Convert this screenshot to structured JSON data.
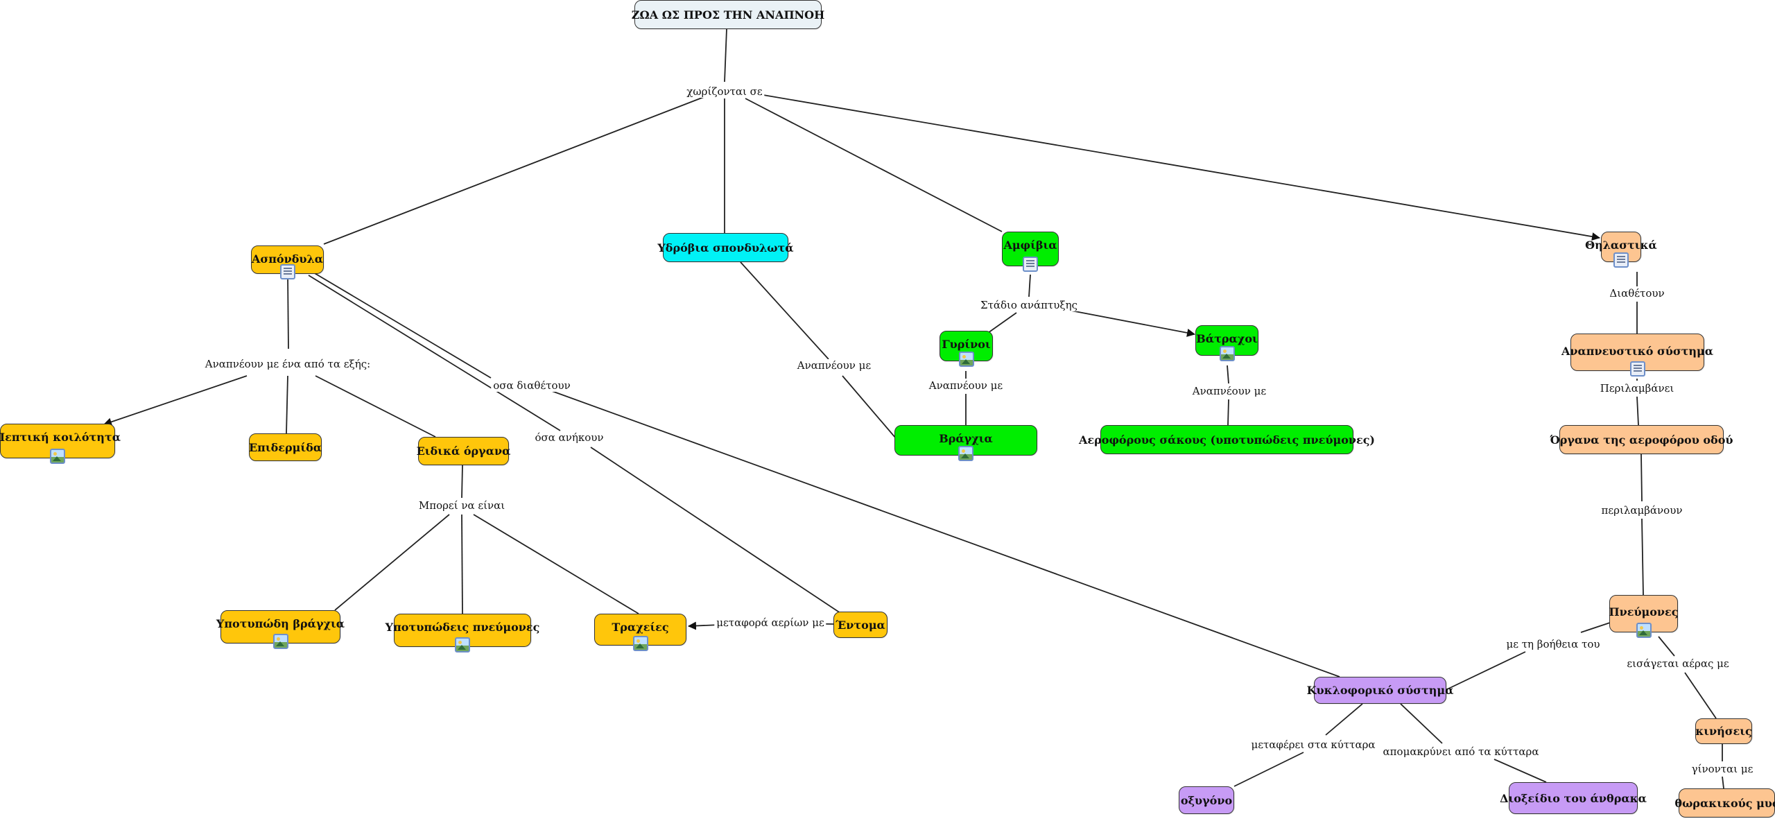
{
  "colors": {
    "root": "#eaf2f6",
    "invertebrates": "#ffc60b",
    "vertebrates_aquatic": "#00f2f6",
    "amphibians": "#00ee00",
    "mammals": "#fdc591",
    "circulatory": "#c79bf5",
    "line": "#222222"
  },
  "nodes": {
    "root": "ΖΩΑ ΩΣ ΠΡΟΣ ΤΗΝ ΑΝΑΠΝΟΗ",
    "aspondyla": "Ασπόνδυλα",
    "ydrovia": "Υδρόβια σπονδυλωτά",
    "amfivia": "Αμφίβια",
    "thilastika": "Θηλαστικά",
    "gyrinoi": "Γυρίνοι",
    "vatraxoi": "Βάτραχοι",
    "vragxia": "Βράγχια",
    "aeroforous": "Αεροφόρους σάκους (υποτυπώδεις πνεύμονες)",
    "anapneustiko": "Αναπνευστικό σύστημα",
    "organa_aeroforou": "Όργανα της αεροφόρου οδού",
    "pneumones": "Πνεύμονες",
    "kiniseis": "κινήσεις",
    "thorakikous": "θωρακικούς μυς",
    "peptiki": "Πεπτική κοιλότητα",
    "epidermida": "Επιδερμίδα",
    "eidika": "Ειδικά όργανα",
    "ypotypodi_vragxia": "Υποτυπώδη βράγχια",
    "ypotypodeis_pneumones": "Υποτυπώδεις πνεύμονες",
    "traxeies": "Τραχείες",
    "entoma": "Έντομα",
    "kykloforiko": "Κυκλοφορικό σύστημα",
    "oxygono": "οξυγόνο",
    "dioxeidio": "Διοξείδιο του άνθρακα"
  },
  "link_labels": {
    "xorizontai": "χωρίζονται σε",
    "anapneoun_ena": "Αναπνέουν με ένα από τα εξής:",
    "osa_diathetoun": "οσα διαθέτουν",
    "osa_anikoun": "όσα ανήκουν",
    "mporei": "Μπορεί να είναι",
    "metafora": "μεταφορά αερίων με",
    "anapneoun_ydrovia": "Αναπνέουν με",
    "stadio": "Στάδιο ανάπτυξης",
    "anapneoun_gyrinoi": "Αναπνέουν με",
    "anapneoun_vatraxoi": "Αναπνέουν με",
    "diathetoun": "Διαθέτουν",
    "perilamvanei": "Περιλαμβάνει",
    "perilamvanoun": "περιλαμβάνουν",
    "me_ti_voitheia": "με τη βοήθεια του",
    "eisagetai": "εισάγεται αέρας με",
    "ginontai": "γίνονται με",
    "metaferei": "μεταφέρει στα κύτταρα",
    "apomakrynei": "απομακρύνει από τα κύτταρα"
  }
}
